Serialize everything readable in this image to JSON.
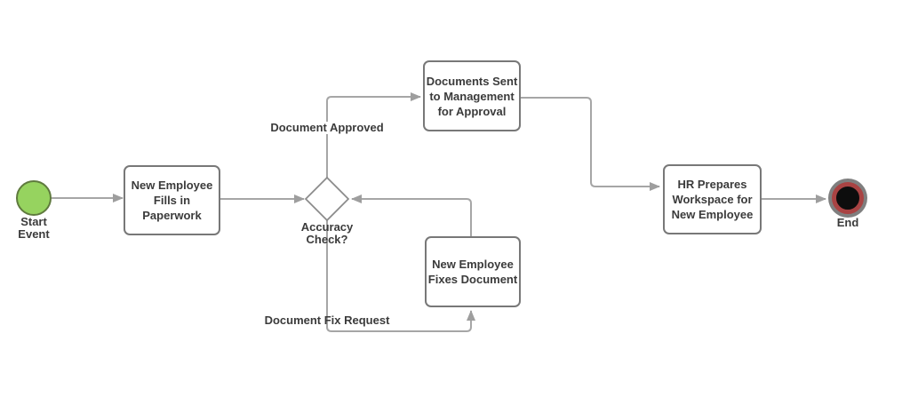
{
  "diagram": {
    "type": "flowchart",
    "nodes": {
      "start": {
        "shape": "start-event-circle",
        "label": "Start\nEvent"
      },
      "paperwork": {
        "shape": "task-rectangle",
        "label": "New Employee\nFills in Paperwork"
      },
      "accuracy": {
        "shape": "decision-diamond",
        "label": "Accuracy\nCheck?"
      },
      "management": {
        "shape": "task-rectangle",
        "label": "Documents Sent\nto Management\nfor Approval"
      },
      "fix": {
        "shape": "task-rectangle",
        "label": "New Employee\nFixes Document"
      },
      "hr": {
        "shape": "task-rectangle",
        "label": "HR Prepares\nWorkspace for\nNew Employee"
      },
      "end": {
        "shape": "end-event-circle",
        "label": "End"
      }
    },
    "edge_labels": {
      "approved": "Document Approved",
      "fix_request": "Document Fix Request"
    },
    "edges": [
      {
        "from": "start",
        "to": "paperwork",
        "label": ""
      },
      {
        "from": "paperwork",
        "to": "accuracy",
        "label": ""
      },
      {
        "from": "accuracy",
        "to": "management",
        "label": "Document Approved"
      },
      {
        "from": "management",
        "to": "hr",
        "label": ""
      },
      {
        "from": "hr",
        "to": "end",
        "label": ""
      },
      {
        "from": "accuracy",
        "to": "fix",
        "label": "Document Fix Request"
      },
      {
        "from": "fix",
        "to": "accuracy",
        "label": ""
      }
    ],
    "colors": {
      "start_fill": "#96d35f",
      "start_border": "#5f7a3e",
      "end_ring_red": "#a94343",
      "end_core": "#0d0d0d",
      "end_outline_gray": "#7f7f7f",
      "connector": "#a6a6a6",
      "shape_border": "#787878",
      "text": "#3b3b3b",
      "background": "#ffffff"
    }
  }
}
